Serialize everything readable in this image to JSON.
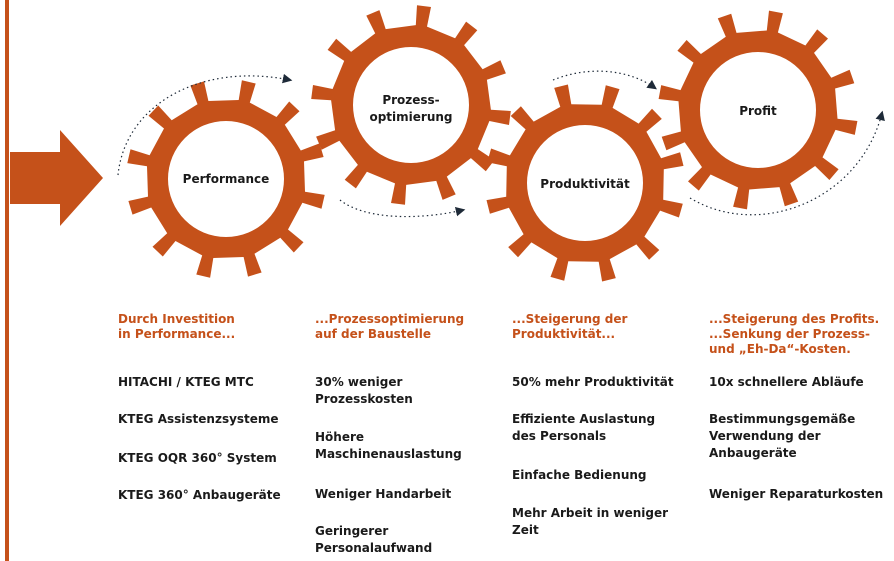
{
  "accent_color": "#c5511a",
  "gears": [
    {
      "label": "Performance"
    },
    {
      "label": "Prozess-\noptimierung"
    },
    {
      "label": "Produktivität"
    },
    {
      "label": "Profit"
    }
  ],
  "columns": [
    {
      "heading": "Durch Investition\nin Performance...",
      "items": [
        "HITACHI / KTEG MTC",
        "KTEG Assistenzsysteme",
        "KTEG OQR 360° System",
        "KTEG 360° Anbaugeräte"
      ]
    },
    {
      "heading": "...Prozessoptimierung\nauf der Baustelle",
      "items": [
        "30% weniger\nProzesskosten",
        "Höhere\nMaschinenauslastung",
        "Weniger Handarbeit",
        "Geringerer\nPersonalaufwand"
      ]
    },
    {
      "heading": "...Steigerung der\nProduktivität...",
      "items": [
        "50% mehr Produktivität",
        "Effiziente Auslastung\ndes Personals",
        "Einfache Bedienung",
        "Mehr Arbeit in weniger Zeit"
      ]
    },
    {
      "heading": "...Steigerung des Profits.\n...Senkung der Prozess-\nund „Eh-Da“-Kosten.",
      "items": [
        "10x schnellere Abläufe",
        "Bestimmungsgemäße\nVerwendung der\nAnbaugeräte",
        "Weniger Reparaturkosten"
      ]
    }
  ]
}
